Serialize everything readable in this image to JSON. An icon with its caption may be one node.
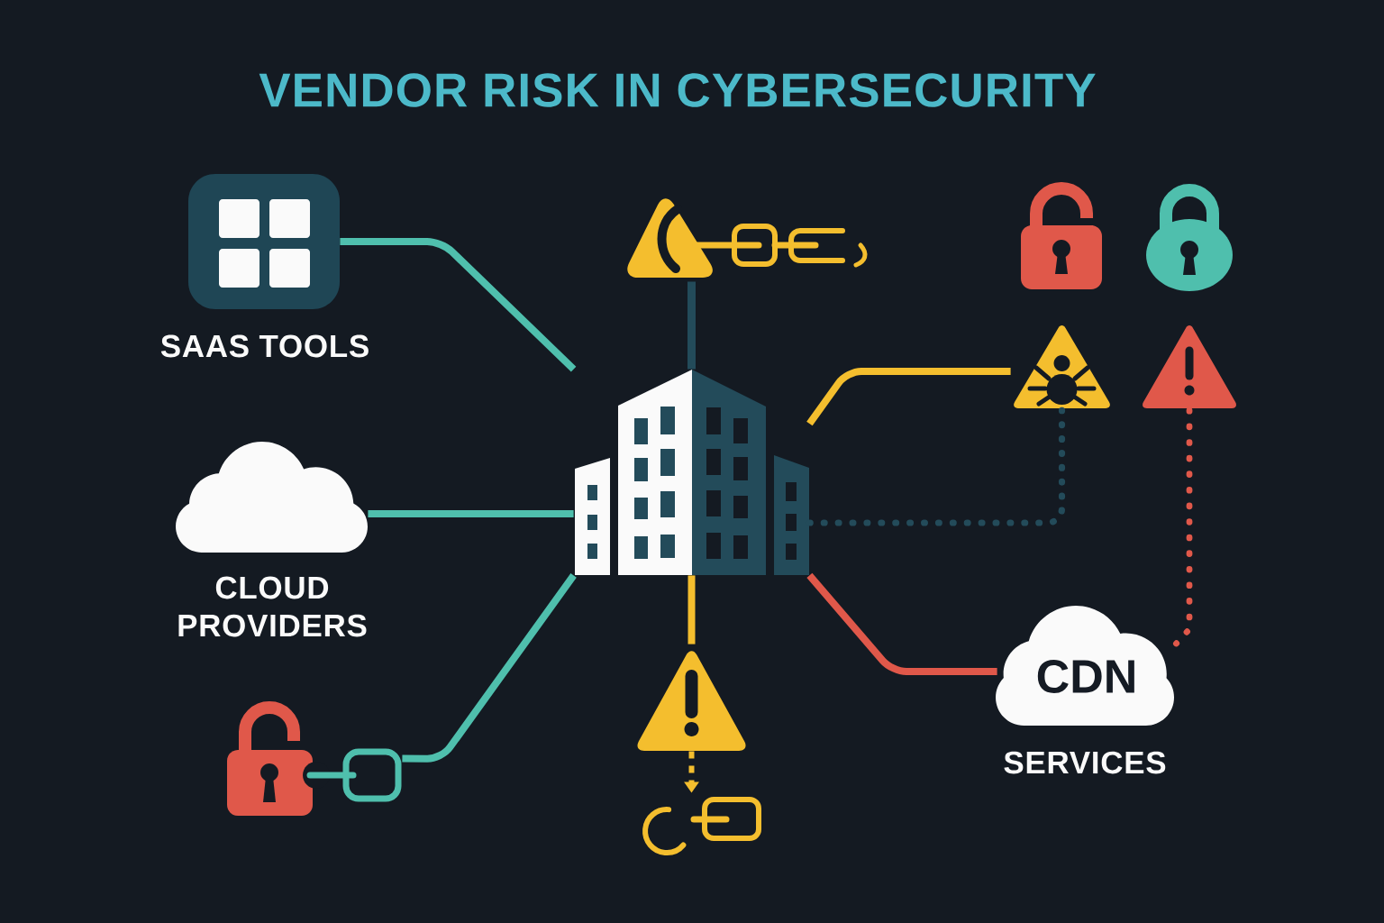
{
  "diagram": {
    "title": "VENDOR RISK IN CYBERSECURITY",
    "nodes": [
      {
        "text": [
          "SAAS TOOLS"
        ]
      },
      {
        "text": [],
        "shape": "picture"
      },
      {
        "text": [],
        "shape": "picture"
      },
      {
        "text": [],
        "shape": "picture"
      },
      {
        "text": [
          "CLOUD PROVIDERS"
        ]
      },
      {
        "text": [],
        "shape": "picture"
      },
      {
        "text": [
          "CDN",
          "SERVICES"
        ]
      },
      {
        "text": [],
        "shape": "picture"
      },
      {
        "text": [],
        "shape": "picture"
      },
      {
        "text": [],
        "shape": "picture"
      }
    ],
    "edges": [
      {
        "from": 5,
        "to": 0,
        "arrow": "none"
      },
      {
        "from": 5,
        "to": 1,
        "arrow": "none",
        "color": "#234b5a"
      },
      {
        "from": 5,
        "to": 2,
        "arrow": "none",
        "color": "#f4be2e"
      },
      {
        "from": 5,
        "to": 4,
        "arrow": "none"
      },
      {
        "from": 5,
        "to": 2,
        "arrow": "none",
        "style": "dashed",
        "color": "#234b5a"
      },
      {
        "from": 3,
        "to": 6,
        "arrow": "none",
        "style": "dashed",
        "color": "#e0584a"
      },
      {
        "from": 5,
        "to": 7,
        "arrow": "none"
      },
      {
        "from": 5,
        "to": 8,
        "arrow": "none",
        "color": "#f4be2e"
      },
      {
        "from": 5,
        "to": 6,
        "arrow": "none",
        "color": "#e0584a"
      },
      {
        "from": 8,
        "to": 9,
        "arrow": "to",
        "style": "dashed",
        "color": "#f4be2e"
      }
    ]
  }
}
